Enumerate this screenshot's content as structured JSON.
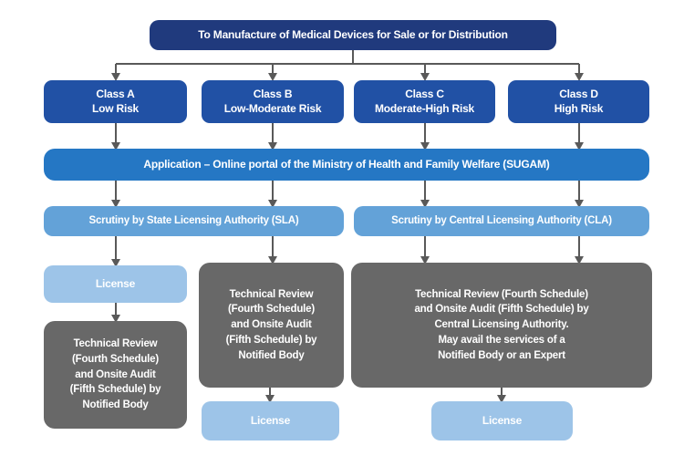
{
  "diagram": {
    "root": "To Manufacture of Medical Devices for Sale or for Distribution",
    "classes": [
      {
        "name": "Class A",
        "risk": "Low Risk"
      },
      {
        "name": "Class B",
        "risk": "Low-Moderate Risk"
      },
      {
        "name": "Class C",
        "risk": "Moderate-High Risk"
      },
      {
        "name": "Class D",
        "risk": "High Risk"
      }
    ],
    "application": "Application – Online portal of the Ministry of Health and Family Welfare (SUGAM)",
    "scrutiny_sla": "Scrutiny by State Licensing Authority (SLA)",
    "scrutiny_cla": "Scrutiny by Central Licensing Authority (CLA)",
    "license_a": "License",
    "review_a": "Technical Review\n(Fourth Schedule)\nand Onsite Audit\n(Fifth Schedule) by\nNotified Body",
    "review_b": "Technical Review\n(Fourth Schedule)\nand Onsite Audit\n(Fifth Schedule) by\nNotified Body",
    "license_b": "License",
    "review_cd": "Technical Review (Fourth Schedule)\nand Onsite Audit (Fifth Schedule) by\nCentral Licensing Authority.\nMay avail the services of a\nNotified Body or an Expert",
    "license_cd": "License"
  },
  "colors": {
    "root_box": "#203A7D",
    "class_box": "#2151A5",
    "application_box": "#2577C4",
    "scrutiny_box": "#63A2D8",
    "license_box": "#9DC4E8",
    "review_box": "#686868",
    "connector": "#595959",
    "text": "#FFFFFF",
    "background": "#FFFFFF"
  }
}
